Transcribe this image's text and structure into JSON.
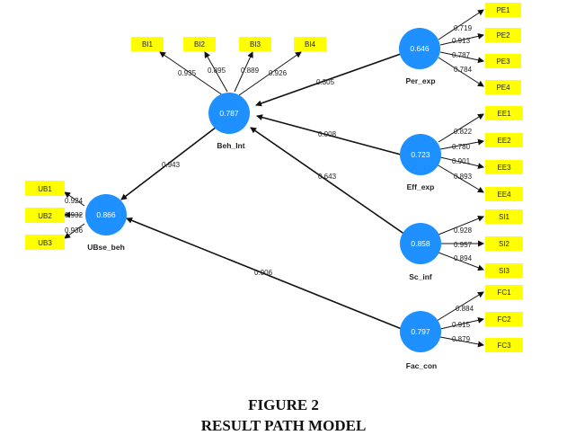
{
  "caption": {
    "line1": "FIGURE 2",
    "line2": "RESULT PATH MODEL"
  },
  "colors": {
    "construct": "#1e90ff",
    "indicator": "#ffff00",
    "arrow": "#111111"
  },
  "constructs": {
    "beh_int": {
      "name": "Beh_Int",
      "r2": "0.787"
    },
    "per_exp": {
      "name": "Per_exp",
      "r2": "0.646"
    },
    "eff_exp": {
      "name": "Eff_exp",
      "r2": "0.723"
    },
    "sc_inf": {
      "name": "Sc_inf",
      "r2": "0.858"
    },
    "fac_con": {
      "name": "Fac_con",
      "r2": "0.797"
    },
    "ubse_beh": {
      "name": "UBse_beh",
      "r2": "0.866"
    }
  },
  "indicators": {
    "BI1": "BI1",
    "BI2": "BI2",
    "BI3": "BI3",
    "BI4": "BI4",
    "PE1": "PE1",
    "PE2": "PE2",
    "PE3": "PE3",
    "PE4": "PE4",
    "EE1": "EE1",
    "EE2": "EE2",
    "EE3": "EE3",
    "EE4": "EE4",
    "SI1": "SI1",
    "SI2": "SI2",
    "SI3": "SI3",
    "FC1": "FC1",
    "FC2": "FC2",
    "FC3": "FC3",
    "UB1": "UB1",
    "UB2": "UB2",
    "UB3": "UB3"
  },
  "loadings": {
    "BI1": "0.935",
    "BI2": "0.895",
    "BI3": "0.889",
    "BI4": "0.926",
    "PE1": "0.719",
    "PE2": "0.913",
    "PE3": "0.787",
    "PE4": "0.784",
    "EE1": "0.822",
    "EE2": "0.780",
    "EE3": "0.901",
    "EE4": "0.893",
    "SI1": "0.928",
    "SI2": "0.957",
    "SI3": "0.894",
    "FC1": "0.884",
    "FC2": "0.915",
    "FC3": "0.879",
    "UB1": "0.924",
    "UB2": "0.932",
    "UB3": "0.936"
  },
  "paths": {
    "per_exp_to_beh_int": "0.305",
    "eff_exp_to_beh_int": "0.008",
    "sc_inf_to_beh_int": "0.643",
    "beh_int_to_ubse_beh": "0.943",
    "fac_con_to_ubse_beh": "0.006"
  }
}
